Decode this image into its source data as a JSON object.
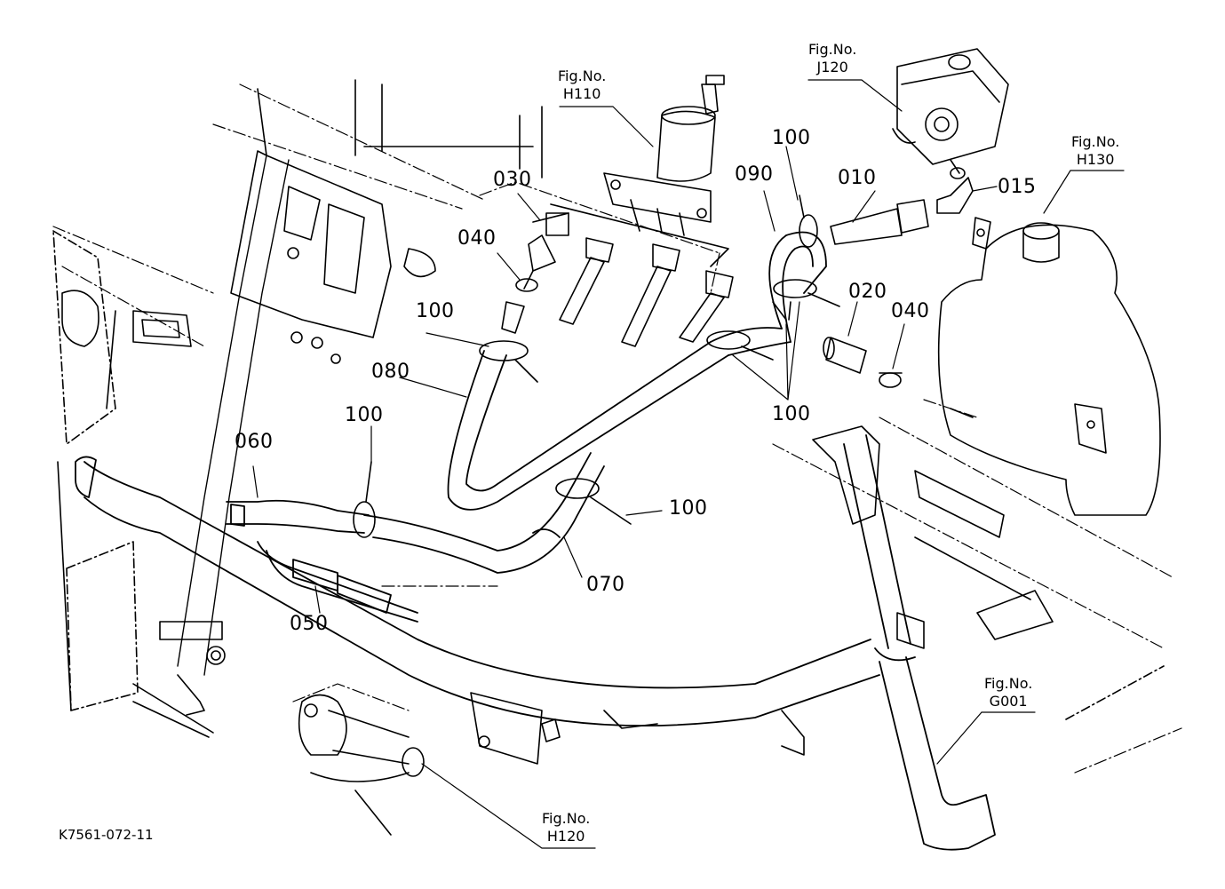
{
  "figure_refs": {
    "h110": {
      "prefix": "Fig.No.",
      "code": "H110"
    },
    "j120": {
      "prefix": "Fig.No.",
      "code": "J120"
    },
    "h130": {
      "prefix": "Fig.No.",
      "code": "H130"
    },
    "g001": {
      "prefix": "Fig.No.",
      "code": "G001"
    },
    "h120": {
      "prefix": "Fig.No.",
      "code": "H120"
    }
  },
  "part_labels": {
    "p010": "010",
    "p015": "015",
    "p020": "020",
    "p030": "030",
    "p040_left": "040",
    "p040_right": "040",
    "p050": "050",
    "p060": "060",
    "p070": "070",
    "p080": "080",
    "p090": "090",
    "p100_top": "100",
    "p100_left": "100",
    "p100_mid": "100",
    "p100_clamp": "100",
    "p100_right": "100"
  },
  "drawing_code": "K7561-072-11",
  "colors": {
    "ink": "#000000",
    "paper": "#ffffff"
  }
}
